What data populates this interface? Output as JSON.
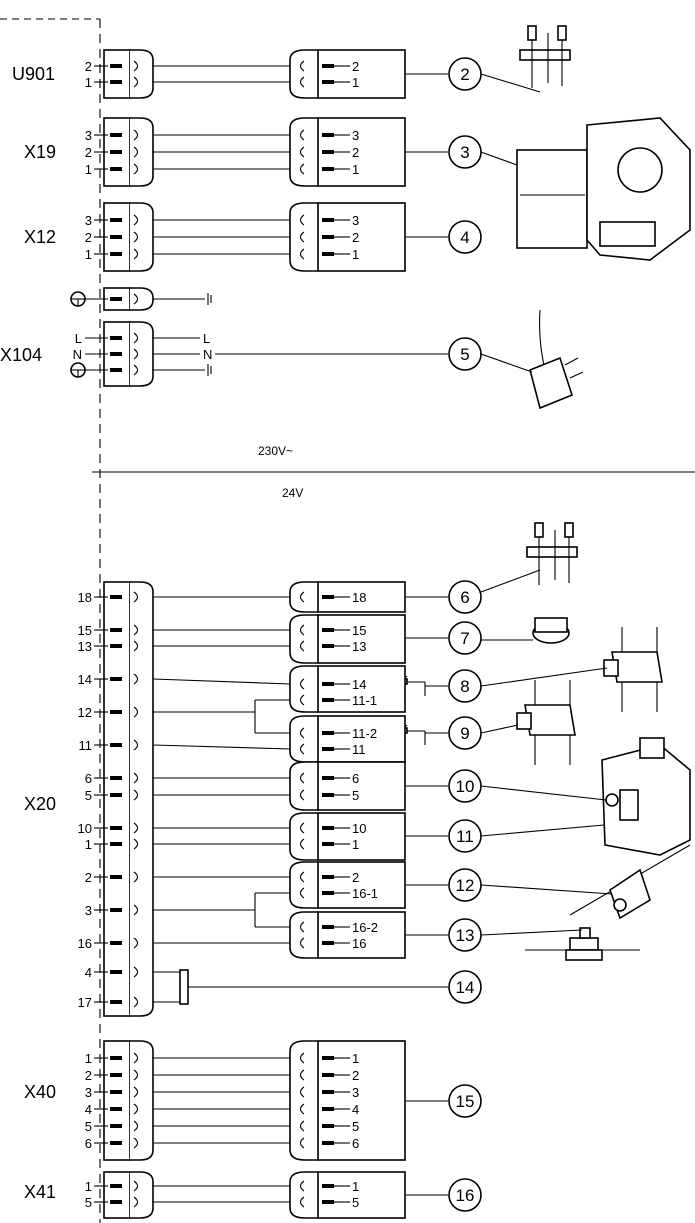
{
  "voltage": {
    "upper": "230V~",
    "lower": "24V"
  },
  "left_connectors": [
    {
      "id": "U901",
      "label": "U901",
      "pins": [
        "2",
        "1"
      ]
    },
    {
      "id": "X19",
      "label": "X19",
      "pins": [
        "3",
        "2",
        "1"
      ]
    },
    {
      "id": "X12",
      "label": "X12",
      "pins": [
        "3",
        "2",
        "1"
      ]
    },
    {
      "id": "X104",
      "label": "X104",
      "pins": [
        "L",
        "N"
      ]
    },
    {
      "id": "X20",
      "label": "X20",
      "pins": [
        "18",
        "15",
        "13",
        "14",
        "12",
        "11",
        "6",
        "5",
        "10",
        "1",
        "2",
        "3",
        "16",
        "4",
        "17"
      ]
    },
    {
      "id": "X40",
      "label": "X40",
      "pins": [
        "1",
        "2",
        "3",
        "4",
        "5",
        "6"
      ]
    },
    {
      "id": "X41",
      "label": "X41",
      "pins": [
        "1",
        "5"
      ]
    }
  ],
  "right_plugs": [
    {
      "id": "p2",
      "pins": [
        "2",
        "1"
      ]
    },
    {
      "id": "p3",
      "pins": [
        "3",
        "2",
        "1"
      ]
    },
    {
      "id": "p4",
      "pins": [
        "3",
        "2",
        "1"
      ]
    },
    {
      "id": "p6",
      "pins": [
        "18"
      ]
    },
    {
      "id": "p7",
      "pins": [
        "15",
        "13"
      ]
    },
    {
      "id": "p8",
      "pins": [
        "14",
        "11-1"
      ]
    },
    {
      "id": "p9",
      "pins": [
        "11-2",
        "11"
      ]
    },
    {
      "id": "p10",
      "pins": [
        "6",
        "5"
      ]
    },
    {
      "id": "p11",
      "pins": [
        "10",
        "1"
      ]
    },
    {
      "id": "p12",
      "pins": [
        "2",
        "16-1"
      ]
    },
    {
      "id": "p13",
      "pins": [
        "16-2",
        "16"
      ]
    },
    {
      "id": "p15",
      "pins": [
        "1",
        "2",
        "3",
        "4",
        "5",
        "6"
      ]
    },
    {
      "id": "p16",
      "pins": [
        "1",
        "5"
      ]
    }
  ],
  "x104_wire_labels": [
    "L",
    "N"
  ],
  "callouts": [
    "2",
    "3",
    "4",
    "5",
    "6",
    "7",
    "8",
    "9",
    "10",
    "11",
    "12",
    "13",
    "14",
    "15",
    "16"
  ],
  "icons": [
    "ignition-electrode-icon",
    "pump-icon",
    "power-plug-icon",
    "ignition-electrode-icon",
    "thermostat-icon",
    "pipe-sensor-icon",
    "pipe-sensor-icon",
    "gas-valve-icon",
    "flue-sensor-icon",
    "flow-switch-icon",
    "earth-symbol-icon"
  ]
}
